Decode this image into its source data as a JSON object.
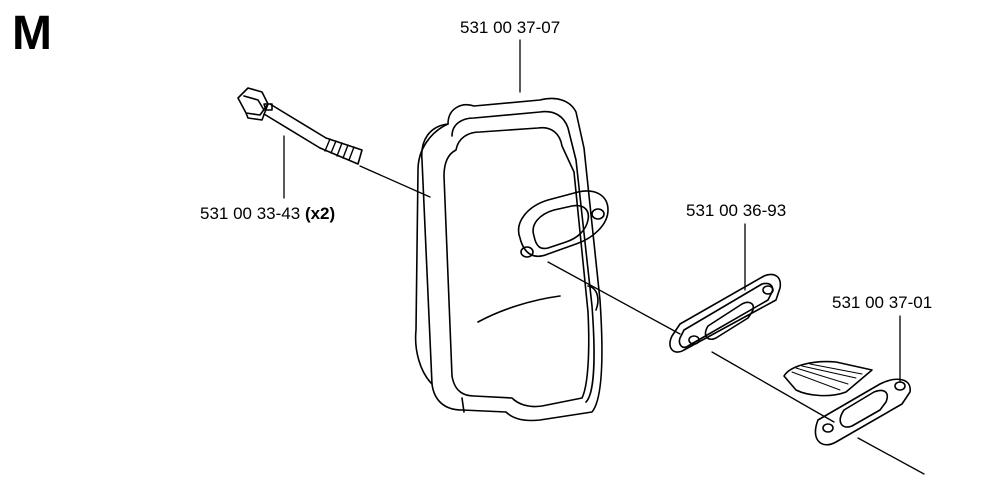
{
  "section": {
    "letter": "M"
  },
  "parts": {
    "muffler": {
      "number": "531 00 37-07"
    },
    "screw": {
      "number": "531 00 33-43",
      "quantity": "(x2)"
    },
    "gasket": {
      "number": "531 00 36-93"
    },
    "spark_arrestor": {
      "number": "531 00 37-01"
    }
  }
}
